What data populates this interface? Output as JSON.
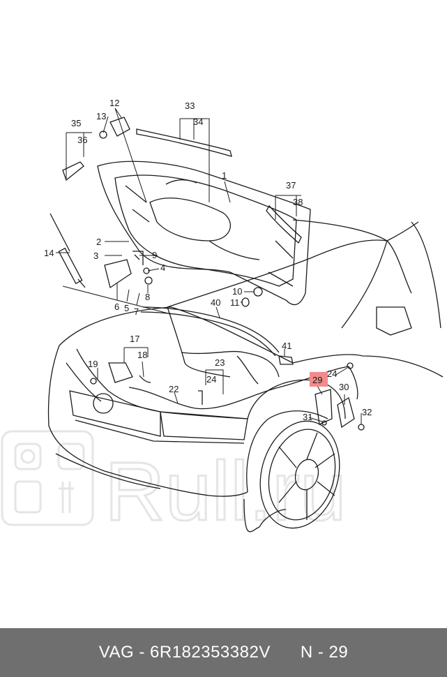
{
  "labels": {
    "l1": "1",
    "l2": "2",
    "l3": "3",
    "l4": "4",
    "l5": "5",
    "l6": "6",
    "l7": "7",
    "l8": "8",
    "l9": "9",
    "l10": "10",
    "l11": "11",
    "l12": "12",
    "l13": "13",
    "l14": "14",
    "l17": "17",
    "l18": "18",
    "l19": "19",
    "l22": "22",
    "l23": "23",
    "l24a": "24",
    "l24b": "24",
    "l29": "29",
    "l30": "30",
    "l31": "31",
    "l32": "32",
    "l33": "33",
    "l34": "34",
    "l35": "35",
    "l36": "36",
    "l37": "37",
    "l38": "38",
    "l40": "40",
    "l41": "41"
  },
  "highlight_color": "#f28b8b",
  "watermark": {
    "text": "Rull.ru"
  },
  "footer": {
    "brand": "VAG",
    "part_number": "6R182353382V",
    "position": "N - 29",
    "sep": " - ",
    "gap": "      "
  }
}
